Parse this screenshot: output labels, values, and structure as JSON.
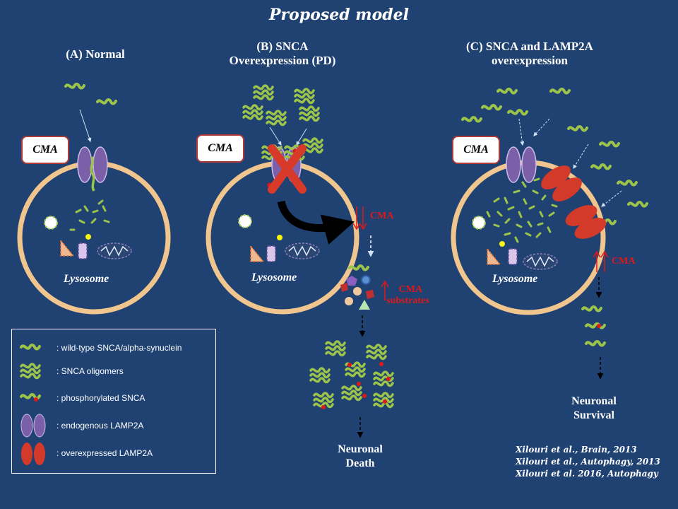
{
  "title": "Proposed  model",
  "panels": {
    "a": {
      "title_line1": "(A) Normal",
      "title_line2": ""
    },
    "b": {
      "title_line1": "(B) SNCA",
      "title_line2": "Overexpression (PD)"
    },
    "c": {
      "title_line1": "(C) SNCA and LAMP2A",
      "title_line2": "overexpression"
    }
  },
  "cma_label": "CMA",
  "lysosome_label": "Lysosome",
  "b_labels": {
    "cma_decrease": "CMA",
    "substrates_line1": "CMA",
    "substrates_line2": "substrates",
    "outcome_line1": "Neuronal",
    "outcome_line2": "Death"
  },
  "c_labels": {
    "cma_increase": "CMA",
    "outcome_line1": "Neuronal",
    "outcome_line2": "Survival"
  },
  "legend": [
    {
      "label": ": wild-type SNCA/alpha-synuclein",
      "icon": "wild-type-snca-icon"
    },
    {
      "label": ":  SNCA oligomers",
      "icon": "snca-oligomer-icon"
    },
    {
      "label": ": phosphorylated SNCA",
      "icon": "phosphorylated-snca-icon"
    },
    {
      "label": ": endogenous  LAMP2A",
      "icon": "endogenous-lamp2a-icon"
    },
    {
      "label": ": overexpressed LAMP2A",
      "icon": "overexpressed-lamp2a-icon"
    }
  ],
  "references": [
    "Xilouri et al., Brain, 2013",
    "Xilouri et al., Autophagy, 2013",
    "Xilouri et al. 2016, Autophagy"
  ],
  "colors": {
    "background": "#1f4272",
    "snca": "#9cc34a",
    "lysosome_membrane": "#f0c58e",
    "lamp2a_endogenous": "#7b5fa8",
    "lamp2a_overexpressed": "#d43a2a",
    "red_text": "#e01818"
  }
}
